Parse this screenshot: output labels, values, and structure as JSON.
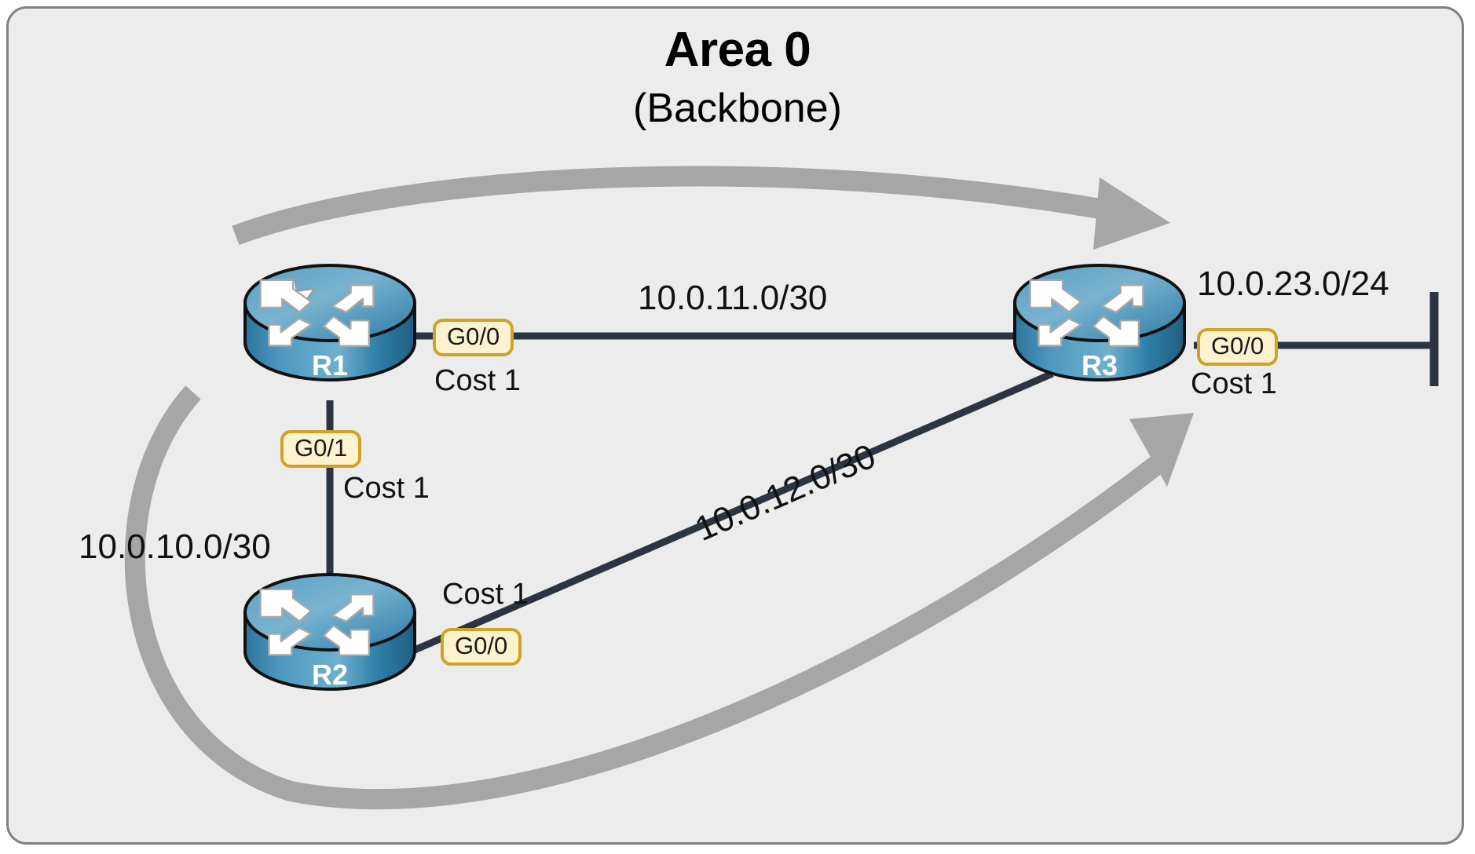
{
  "diagram": {
    "type": "network-topology",
    "title": "Area 0",
    "subtitle": "(Backbone)",
    "background_color": "#ececec",
    "border_color": "#808080",
    "link_color": "#2b3440",
    "arrow_color": "#a6a6a6",
    "router_color": "#2e7ba6",
    "badge_fill": "#fdf2cf",
    "badge_border": "#cfa326"
  },
  "routers": [
    {
      "id": "r1",
      "name": "R1"
    },
    {
      "id": "r2",
      "name": "R2"
    },
    {
      "id": "r3",
      "name": "R3"
    }
  ],
  "interfaces": [
    {
      "id": "r1-g00",
      "router": "R1",
      "name": "G0/0",
      "cost": "Cost 1"
    },
    {
      "id": "r1-g01",
      "router": "R1",
      "name": "G0/1",
      "cost": "Cost 1"
    },
    {
      "id": "r2-g00",
      "router": "R2",
      "name": "G0/0",
      "cost": "Cost 1"
    },
    {
      "id": "r3-g00",
      "router": "R3",
      "name": "G0/0",
      "cost": "Cost 1"
    }
  ],
  "links": [
    {
      "id": "r1-r3",
      "network": "10.0.11.0/30",
      "from": "R1",
      "to": "R3"
    },
    {
      "id": "r1-r2",
      "network": "10.0.10.0/30",
      "from": "R1",
      "to": "R2"
    },
    {
      "id": "r2-r3",
      "network": "10.0.12.0/30",
      "from": "R2",
      "to": "R3"
    },
    {
      "id": "r3-lan",
      "network": "10.0.23.0/24",
      "from": "R3",
      "to": "LAN"
    }
  ],
  "flow_arrows": [
    {
      "id": "arrow-top",
      "description": "curved arrow from R1 toward R3 (left to right across top)"
    },
    {
      "id": "arrow-bottom",
      "description": "curved arrow from R1 down around R2 toward R3"
    }
  ]
}
